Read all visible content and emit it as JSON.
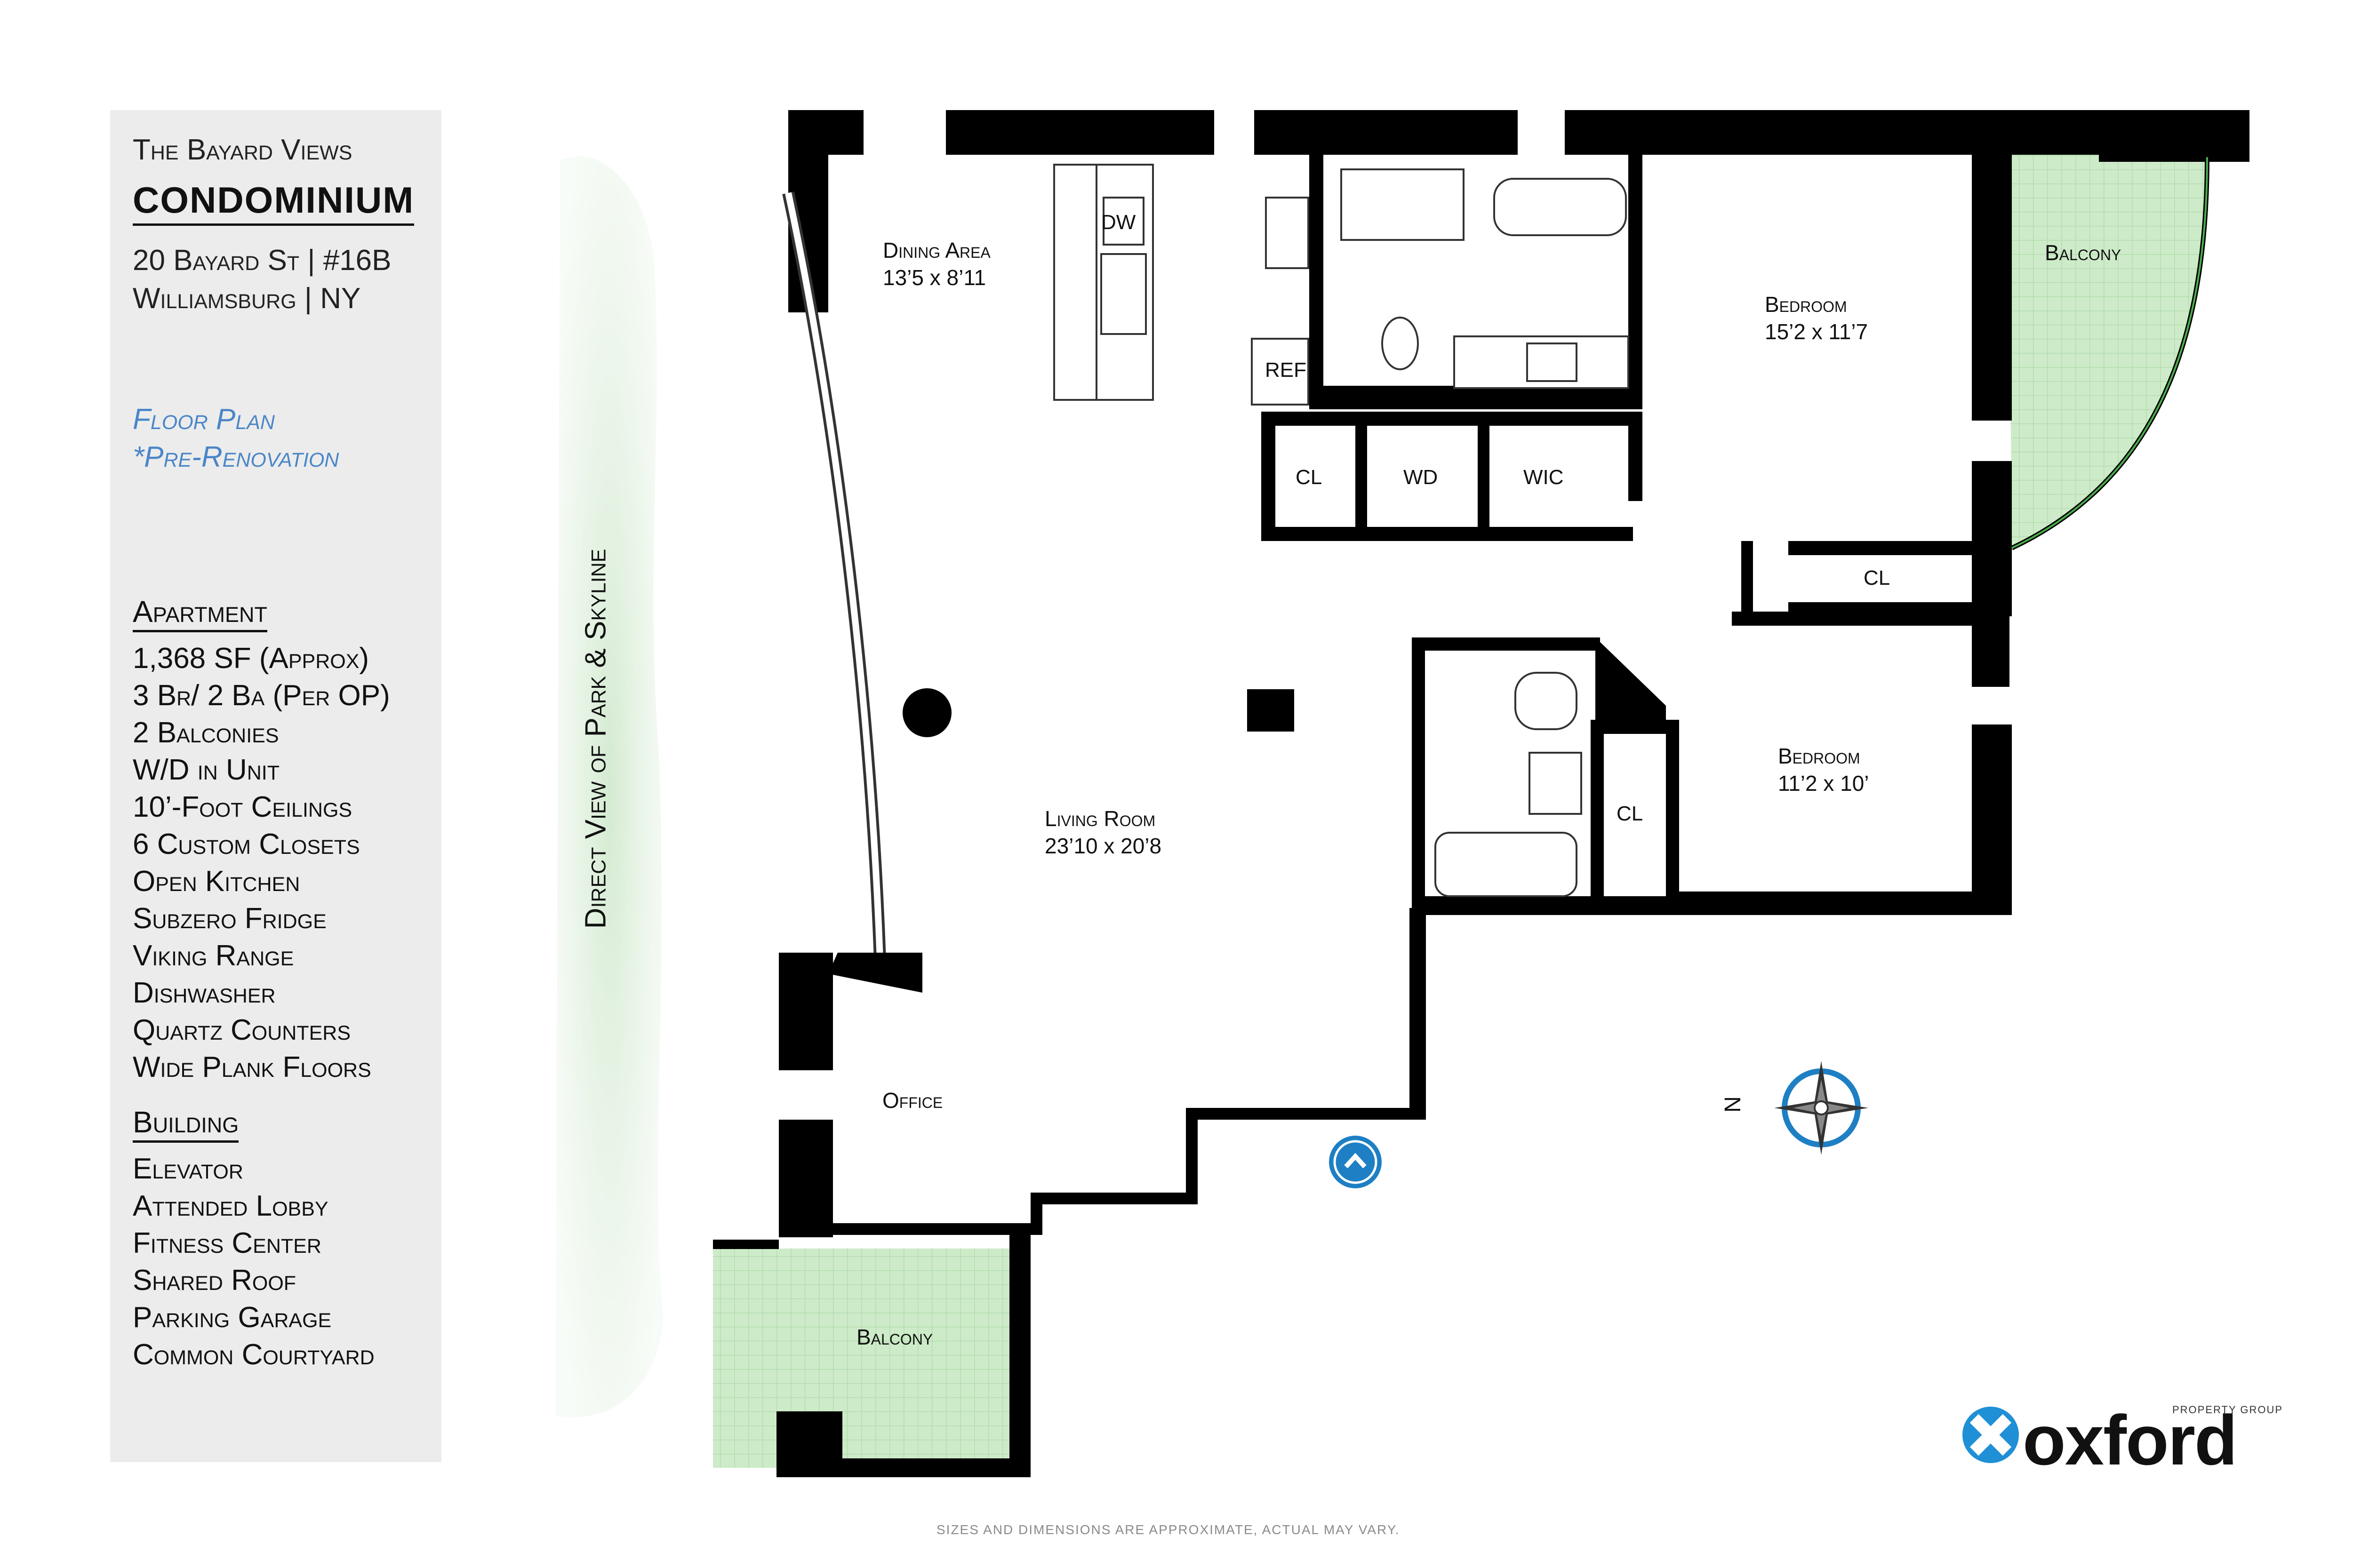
{
  "sidebar": {
    "title": "The Bayard Views",
    "subtitle": "CONDOMINIUM",
    "address_line1": "20 Bayard St | #16B",
    "address_line2": "Williamsburg | NY",
    "floorplan_line1": "Floor Plan",
    "floorplan_line2": "*Pre-Renovation",
    "apartment_heading": "Apartment",
    "apartment_items": [
      "1,368 SF (Approx)",
      "3 Br/ 2 Ba (Per OP)",
      "2 Balconies",
      "W/D in Unit",
      "10’-Foot Ceilings",
      "6 Custom Closets",
      "Open Kitchen",
      "Subzero Fridge",
      "Viking Range",
      "Dishwasher",
      "Quartz Counters",
      "Wide Plank Floors"
    ],
    "building_heading": "Building",
    "building_items": [
      "Elevator",
      "Attended Lobby",
      "Fitness Center",
      "Shared Roof",
      "Parking Garage",
      "Common Courtyard"
    ]
  },
  "plan": {
    "view_label": "Direct View of Park & Skyline",
    "dining_name": "Dining Area",
    "dining_dims": "13’5 x 8’11",
    "living_name": "Living Room",
    "living_dims": "23’10 x 20’8",
    "office_name": "Office",
    "bedroom1_name": "Bedroom",
    "bedroom1_dims": "15’2 x 11’7",
    "bedroom2_name": "Bedroom",
    "bedroom2_dims": "11’2 x 10’",
    "balcony_label": "Balcony",
    "dw": "DW",
    "ref": "REF",
    "cl": "CL",
    "wd": "WD",
    "wic": "WIC",
    "compass_n": "N"
  },
  "footer": {
    "disclaimer": "SIZES AND DIMENSIONS ARE APPROXIMATE, ACTUAL MAY VARY."
  },
  "logo": {
    "wordmark": "oxford",
    "tagline": "PROPERTY GROUP"
  },
  "colors": {
    "accent_blue": "#4a86c8",
    "balcony_green": "#cdebc8",
    "wall": "#000000",
    "compass_blue": "#1e7fc4"
  }
}
